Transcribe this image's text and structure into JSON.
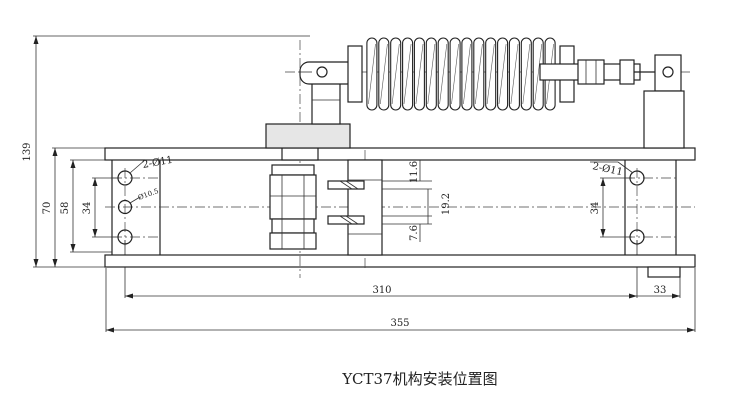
{
  "caption": "YCT37机构安装位置图",
  "dimensions": {
    "height_total": "139",
    "height_frame": "70",
    "height_inner": "58",
    "left_hole_pitch": "34",
    "right_hole_pitch": "34",
    "left_holes": "2-Ø11",
    "right_holes": "2-Ø11",
    "center_hole": "Ø10.5",
    "slot_upper": "11.6",
    "slot_span": "19.2",
    "slot_lower": "7.6",
    "width_holes": "310",
    "width_offset": "33",
    "width_total": "355"
  }
}
